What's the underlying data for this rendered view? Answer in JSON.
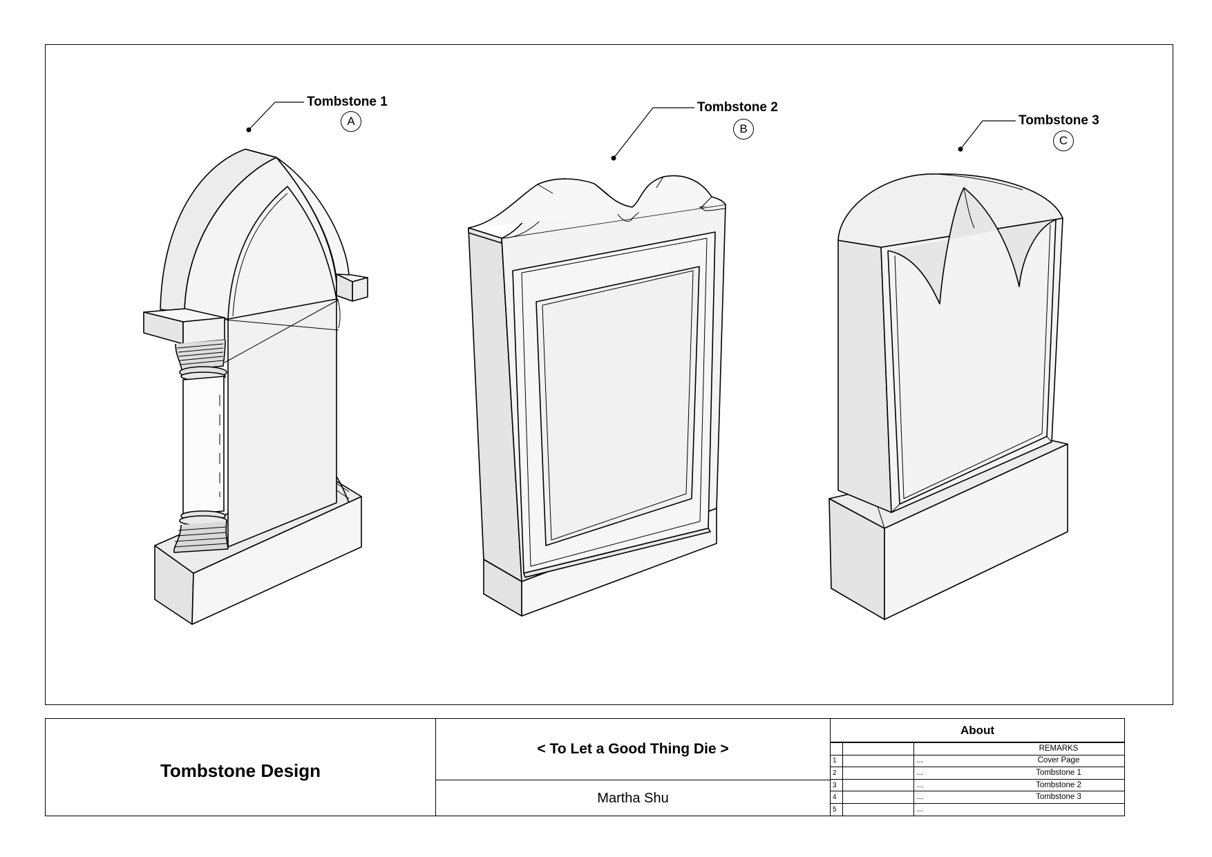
{
  "drawing": {
    "callouts": [
      {
        "label": "Tombstone 1",
        "tag": "A"
      },
      {
        "label": "Tombstone 2",
        "tag": "B"
      },
      {
        "label": "Tombstone 3",
        "tag": "C"
      }
    ]
  },
  "title_block": {
    "project_title": "Tombstone Design",
    "sheet_title": "< To Let a Good Thing Die >",
    "author": "Martha Shu",
    "about": {
      "heading": "About",
      "remarks_header": "REMARKS",
      "rows": [
        {
          "num": "1",
          "dots": "...",
          "remark": "Cover Page"
        },
        {
          "num": "2",
          "dots": "...",
          "remark": "Tombstone 1"
        },
        {
          "num": "3",
          "dots": "...",
          "remark": "Tombstone 2"
        },
        {
          "num": "4",
          "dots": "...",
          "remark": "Tombstone 3"
        },
        {
          "num": "5",
          "dots": "...",
          "remark": ""
        }
      ]
    }
  }
}
